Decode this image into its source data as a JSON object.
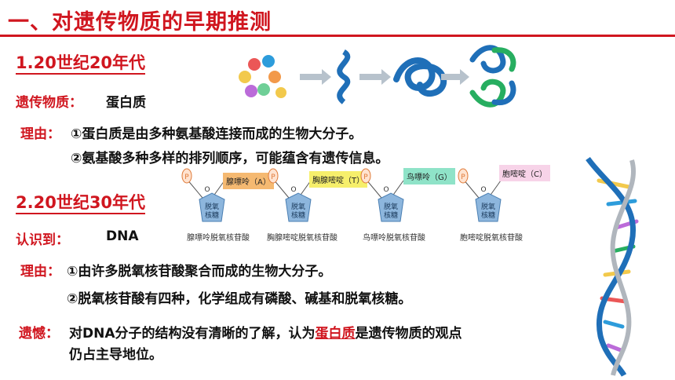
{
  "title": "一、对遗传物质的早期推测",
  "section1": {
    "heading": "1.20世纪20年代",
    "label": "遗传物质：",
    "value": "蛋白质",
    "reason_label": "理由：",
    "reasons": [
      "①蛋白质是由多种氨基酸连接而成的生物大分子。",
      "②氨基酸多种多样的排列顺序，可能蕴含有遗传信息。"
    ]
  },
  "section2": {
    "heading": "2.20世纪30年代",
    "label": "认识到：",
    "value": "DNA",
    "reason_label": "理由：",
    "reasons": [
      "①由许多脱氧核苷酸聚合而成的生物大分子。",
      "②脱氧核苷酸有四种，化学组成有磷酸、碱基和脱氧核糖。"
    ]
  },
  "regret": {
    "label": "遗憾：",
    "line1_before": "对DNA分子的结构没有清晰的了解，认为",
    "line1_highlight": "蛋白质",
    "line1_after": "是遗传物质的观点",
    "line2": "仍占主导地位。"
  },
  "nucleotides": [
    {
      "base": "腺嘌呤（A）",
      "sugar": "脱氧核糖",
      "name": "腺嘌呤脱氧核苷酸",
      "p": "P",
      "o": "O",
      "color": "#f5b971"
    },
    {
      "base": "胸腺嘧啶（T）",
      "sugar": "脱氧核糖",
      "name": "胸腺嘧啶脱氧核苷酸",
      "p": "P",
      "o": "O",
      "color": "#f6ef6b"
    },
    {
      "base": "鸟嘌呤（G）",
      "sugar": "脱氧核糖",
      "name": "鸟嘌呤脱氧核苷酸",
      "p": "P",
      "o": "O",
      "color": "#8fe3c8"
    },
    {
      "base": "胞嘧啶（C）",
      "sugar": "脱氧核糖",
      "name": "胞嘧啶脱氧核苷酸",
      "p": "P",
      "o": "O",
      "color": "#f7d3e8"
    }
  ],
  "colors": {
    "accent": "#d0161f",
    "protein": "#1f6fb8",
    "sugar": "#8db6dd"
  }
}
